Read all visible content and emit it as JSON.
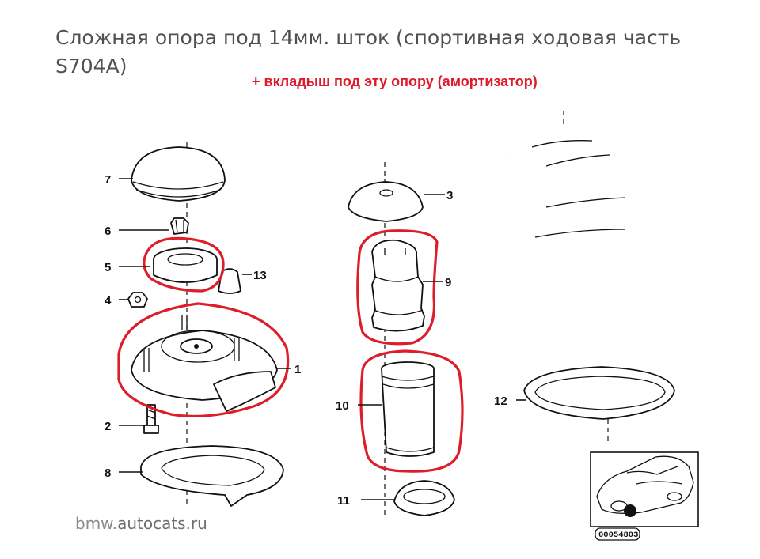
{
  "title": "Сложная опора под 14мм. шток (спортивная ходовая часть S704A)",
  "subtitle": "+ вкладыш под эту опору (амортизатор)",
  "watermark": {
    "prefix": "bmw.",
    "domain": "autocats.ru"
  },
  "inset_code": "00054803",
  "callouts": {
    "c1": "1",
    "c2": "2",
    "c3": "3",
    "c4": "4",
    "c5": "5",
    "c6": "6",
    "c7": "7",
    "c8": "8",
    "c9": "9",
    "c10": "10",
    "c11": "11",
    "c12": "12",
    "c13": "13"
  },
  "colors": {
    "highlight": "#dd1d2a",
    "subtitle": "#e0192a",
    "title": "#505050",
    "line": "#111111"
  }
}
